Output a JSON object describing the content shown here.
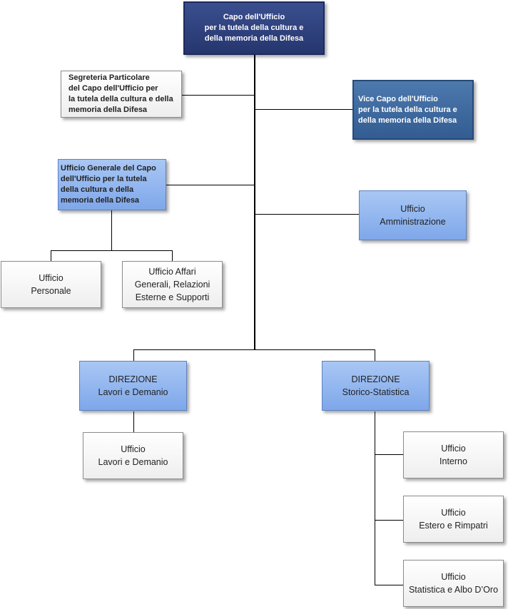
{
  "nodes": {
    "capo": [
      "Capo dell'Ufficio",
      "per la tutela della cultura e",
      "della memoria della Difesa"
    ],
    "segreteria": [
      "Segreteria Particolare",
      "del Capo dell'Ufficio per",
      "la tutela della cultura e della",
      "memoria della Difesa"
    ],
    "vice_capo": [
      "Vice Capo dell'Ufficio",
      "per la tutela della cultura e",
      "della memoria della Difesa"
    ],
    "ufficio_generale": [
      "Ufficio Generale del Capo",
      "dell'Ufficio per la tutela",
      "della cultura e della",
      "memoria della Difesa"
    ],
    "amministrazione": [
      "Ufficio",
      "Amministrazione"
    ],
    "personale": [
      "Ufficio",
      "Personale"
    ],
    "affari_generali": [
      "Ufficio Affari",
      "Generali, Relazioni",
      "Esterne e Supporti"
    ],
    "dir_lavori": [
      "DIREZIONE",
      "Lavori e Demanio"
    ],
    "dir_storico": [
      "DIREZIONE",
      "Storico-Statistica"
    ],
    "uff_lavori": [
      "Ufficio",
      "Lavori e Demanio"
    ],
    "uff_interno": [
      "Ufficio",
      "Interno"
    ],
    "uff_estero": [
      "Ufficio",
      "Estero e Rimpatri"
    ],
    "uff_statistica": [
      "Ufficio",
      "Statistica e Albo D’Oro"
    ]
  }
}
